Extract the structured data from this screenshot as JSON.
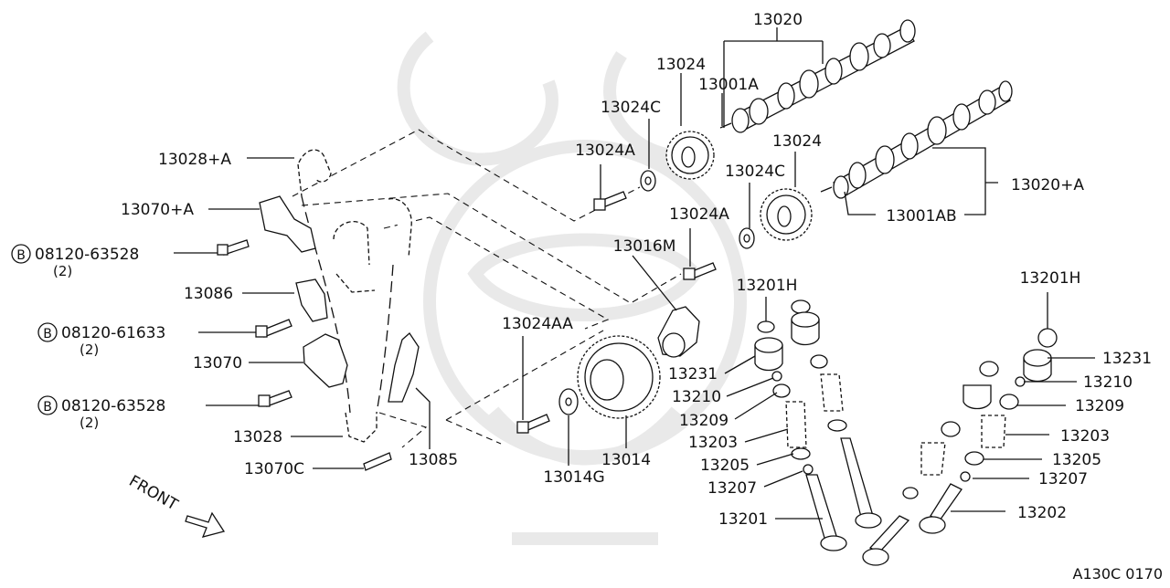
{
  "diagram": {
    "code": "A130C 0170",
    "front_label": "FRONT",
    "bolt_prefix": "B",
    "callouts": {
      "c13020": "13020",
      "c13024_top": "13024",
      "c13001A": "13001A",
      "c13024C_top": "13024C",
      "c13024A_top": "13024A",
      "c13028A": "13028+A",
      "c13070A": "13070+A",
      "c13024_mid": "13024",
      "c13024C_mid": "13024C",
      "c13020A": "13020+A",
      "c13024A_mid": "13024A",
      "c13001AB": "13001AB",
      "c13016M": "13016M",
      "c13086": "13086",
      "c13201H_left": "13201H",
      "c13201H_right": "13201H",
      "c13024AA": "13024AA",
      "c13070": "13070",
      "c13231_left": "13231",
      "c13231_right": "13231",
      "c13210_left": "13210",
      "c13210_right": "13210",
      "c13209_left": "13209",
      "c13209_right": "13209",
      "c13203_left": "13203",
      "c13203_right": "13203",
      "c13205_left": "13205",
      "c13205_right": "13205",
      "c13207_left": "13207",
      "c13207_right": "13207",
      "c13028": "13028",
      "c13085": "13085",
      "c13014": "13014",
      "c13014G": "13014G",
      "c13070C": "13070C",
      "c13201": "13201",
      "c13202": "13202"
    },
    "bolts": [
      {
        "part": "08120-63528",
        "qty": "(2)"
      },
      {
        "part": "08120-61633",
        "qty": "(2)"
      },
      {
        "part": "08120-63528",
        "qty": "(2)"
      }
    ]
  }
}
